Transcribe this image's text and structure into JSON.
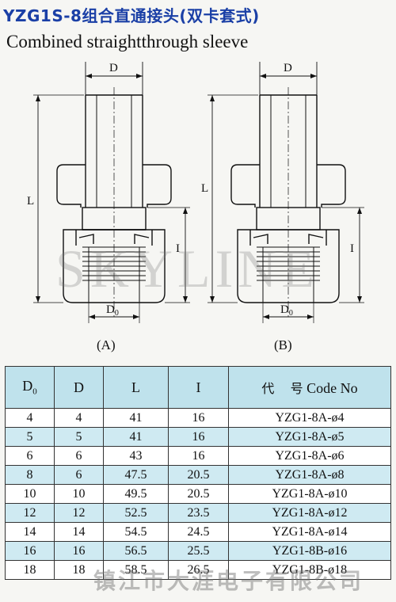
{
  "header": {
    "title_cn": "YZG1S-8组合直通接头(双卡套式)",
    "title_en": "Combined straightthrough sleeve"
  },
  "drawing": {
    "dim_D": "D",
    "dim_L": "L",
    "dim_I": "I",
    "dim_D0": "D",
    "dim_D0_sub": "0",
    "caption_a": "(A)",
    "caption_b": "(B)",
    "watermark": "SKYLINE"
  },
  "table": {
    "headers": {
      "d0": "D",
      "d0_sub": "0",
      "d": "D",
      "l": "L",
      "i": "I",
      "code_cn": "代    号",
      "code_en": "Code No"
    },
    "rows": [
      {
        "d0": "4",
        "d": "4",
        "l": "41",
        "i": "16",
        "code": "YZG1-8A-ø4"
      },
      {
        "d0": "5",
        "d": "5",
        "l": "41",
        "i": "16",
        "code": "YZG1-8A-ø5"
      },
      {
        "d0": "6",
        "d": "6",
        "l": "43",
        "i": "16",
        "code": "YZG1-8A-ø6"
      },
      {
        "d0": "8",
        "d": "6",
        "l": "47.5",
        "i": "20.5",
        "code": "YZG1-8A-ø8"
      },
      {
        "d0": "10",
        "d": "10",
        "l": "49.5",
        "i": "20.5",
        "code": "YZG1-8A-ø10"
      },
      {
        "d0": "12",
        "d": "12",
        "l": "52.5",
        "i": "23.5",
        "code": "YZG1-8A-ø12"
      },
      {
        "d0": "14",
        "d": "14",
        "l": "54.5",
        "i": "24.5",
        "code": "YZG1-8A-ø14"
      },
      {
        "d0": "16",
        "d": "16",
        "l": "56.5",
        "i": "25.5",
        "code": "YZG1-8B-ø16"
      },
      {
        "d0": "18",
        "d": "18",
        "l": "58.5",
        "i": "26.5",
        "code": "YZG1-8B-ø18"
      }
    ]
  },
  "footer": {
    "watermark": "镇江市大涯电子有限公司"
  }
}
